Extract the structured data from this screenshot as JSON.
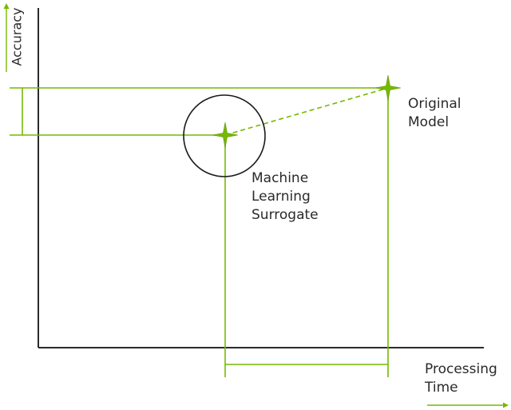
{
  "axes": {
    "x_label": "Processing\nTime",
    "y_label": "Accuracy"
  },
  "points": {
    "surrogate": {
      "label": "Machine\nLearning\nSurrogate"
    },
    "original": {
      "label": "Original\nModel"
    }
  },
  "colors": {
    "accent": "#76b900",
    "axis": "#2a2a2a",
    "circle": "#1a1a1a"
  },
  "icons": [
    "star-marker-icon",
    "star-marker-icon",
    "arrow-right-icon",
    "arrow-up-icon"
  ]
}
